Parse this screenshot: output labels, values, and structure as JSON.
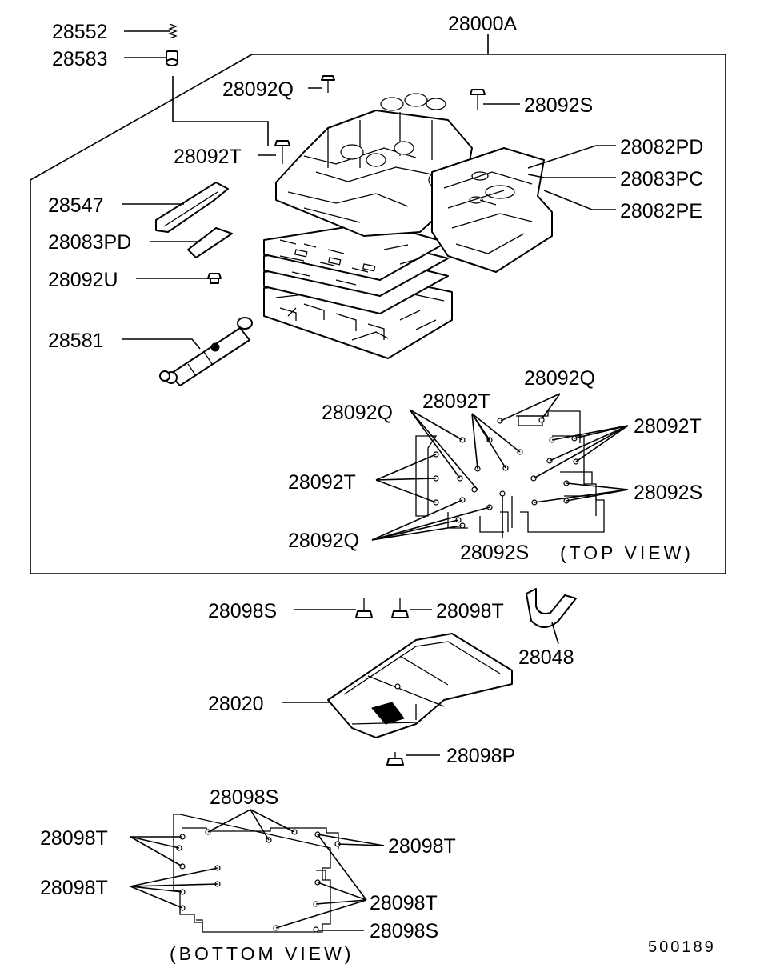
{
  "diagram": {
    "labels": {
      "l28000A": "28000A",
      "l28552": "28552",
      "l28583": "28583",
      "l28092Q_a": "28092Q",
      "l28092S_a": "28092S",
      "l28092T_a": "28092T",
      "l28082PD": "28082PD",
      "l28083PC": "28083PC",
      "l28082PE": "28082PE",
      "l28547": "28547",
      "l28083PD": "28083PD",
      "l28092U": "28092U",
      "l28581": "28581",
      "l28092Q_b": "28092Q",
      "l28092T_b": "28092T",
      "l28092Q_c": "28092Q",
      "l28092T_c": "28092T",
      "l28092T_d": "28092T",
      "l28092S_b": "28092S",
      "l28092Q_d": "28092Q",
      "l28092S_c": "28092S",
      "top_view": "(TOP VIEW)",
      "l28098S_a": "28098S",
      "l28098T_a": "28098T",
      "l28048": "28048",
      "l28020": "28020",
      "l28098P": "28098P",
      "l28098S_b": "28098S",
      "l28098T_b": "28098T",
      "l28098T_c": "28098T",
      "l28098T_d": "28098T",
      "l28098T_e": "28098T",
      "l28098S_c": "28098S",
      "bottom_view": "(BOTTOM VIEW)",
      "drawing_number": "500189"
    }
  }
}
